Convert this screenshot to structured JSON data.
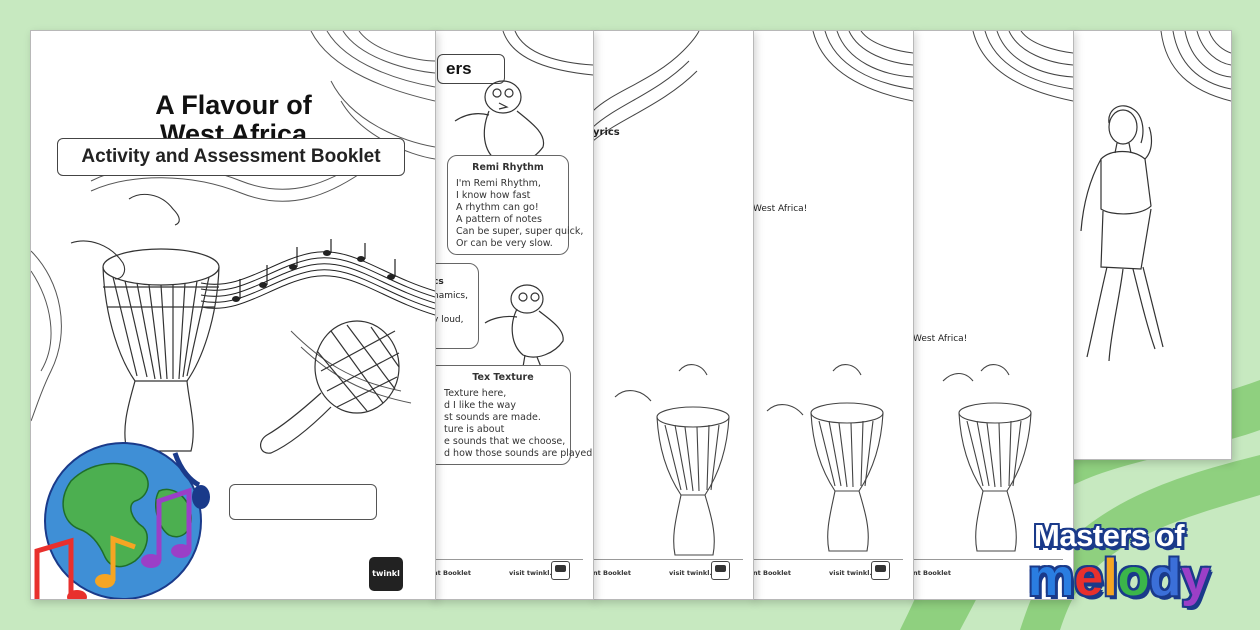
{
  "cover": {
    "title_line1": "A Flavour of",
    "title_line2": "West Africa",
    "subtitle": "Activity and Assessment Booklet",
    "badge_text": "twinkl"
  },
  "page2": {
    "heading_fragment": "ers",
    "remi": {
      "title": "Remi Rhythm",
      "lines": [
        "I'm Remi Rhythm,",
        "I know how fast",
        "A rhythm can go!",
        "A pattern of notes",
        "Can be super, super quick,",
        "Or can be very slow."
      ]
    },
    "dynamics_fragments": [
      "cs",
      "namics,",
      "y loud,"
    ],
    "tex": {
      "title": "Tex Texture",
      "lines": [
        "Texture here,",
        "d I like the way",
        "st sounds are made.",
        "ture is about",
        "e sounds that we choose,",
        "d how those sounds are played."
      ]
    },
    "footer_left": "nt Booklet",
    "footer_right": "visit twinkl.com"
  },
  "page3": {
    "lyrics_fragment": "yrics",
    "footer_left": "nt Booklet",
    "footer_right": "visit twinkl.com"
  },
  "page4": {
    "text_fragment": "West Africa!",
    "footer_left": "nt Booklet",
    "footer_right": "visit twinkl.com"
  },
  "page5": {
    "text_fragment": "West Africa!",
    "footer_left": "nt Booklet"
  },
  "logo": {
    "line1": "Masters of",
    "line2_letters": [
      "m",
      "e",
      "l",
      "o",
      "d",
      "y"
    ],
    "colors": {
      "m": "#2a7de1",
      "e": "#e8302d",
      "l": "#f6a523",
      "o": "#3bb54a",
      "d": "#3b6fd8",
      "y": "#9b3fc7",
      "outline": "#1a3a8a"
    }
  },
  "theme": {
    "background": "#c7e9c0",
    "swoosh": "#8fd07f"
  }
}
